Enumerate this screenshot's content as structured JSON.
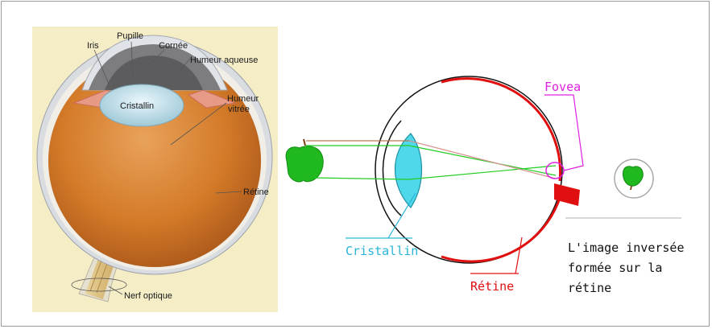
{
  "left_diagram": {
    "labels": {
      "pupille": "Pupille",
      "iris": "Iris",
      "cornee": "Cornée",
      "humeur_aqueuse": "Humeur aqueuse",
      "cristallin": "Cristallin",
      "humeur_vitree_1": "Humeur",
      "humeur_vitree_2": "vitrée",
      "retine": "Rétine",
      "nerf_optique": "Nerf optique"
    }
  },
  "right_diagram": {
    "labels": {
      "fovea": "Fovea",
      "cristallin": "Cristallin",
      "retine": "Rétine",
      "caption_line1": "L'image inversée",
      "caption_line2": "formée sur la",
      "caption_line3": "rétine"
    },
    "colors": {
      "fovea": "#e020e0",
      "cristallin": "#28b4d8",
      "retine": "#e01010",
      "ray": "#22cc22",
      "apple": "#1fb81f"
    }
  }
}
